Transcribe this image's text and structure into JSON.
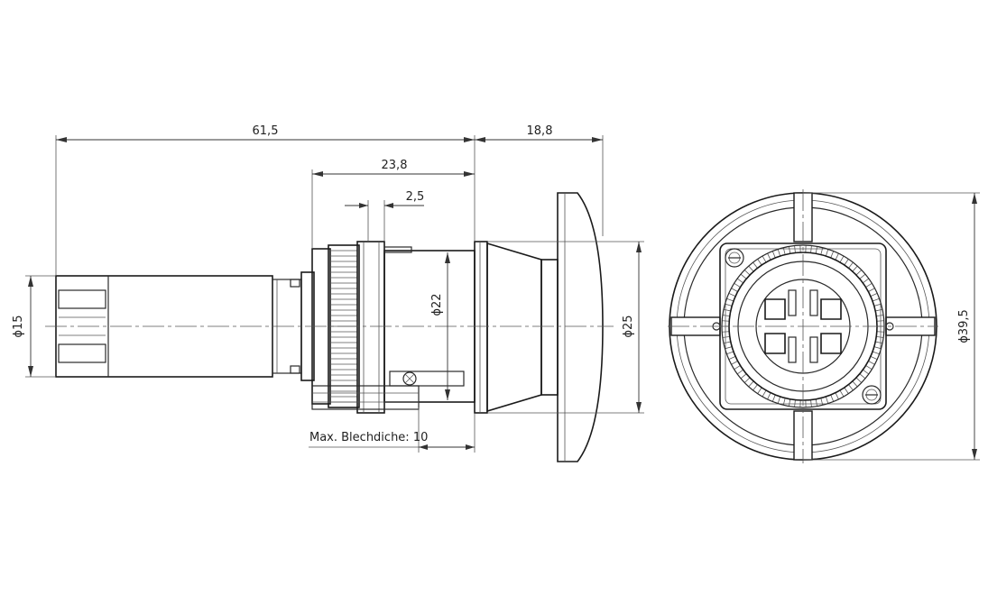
{
  "dimensions": {
    "overall_length": "61,5",
    "cap_depth": "18,8",
    "body_length": "23,8",
    "nut_width": "2,5",
    "rear_diameter": "ϕ15",
    "mount_diameter": "ϕ22",
    "bezel_diameter": "ϕ25",
    "cap_diameter": "ϕ39,5"
  },
  "notes": {
    "panel_thickness": "Max. Blechdiche: 10"
  },
  "colors": {
    "line": "#1a1a1a",
    "background": "#ffffff"
  }
}
